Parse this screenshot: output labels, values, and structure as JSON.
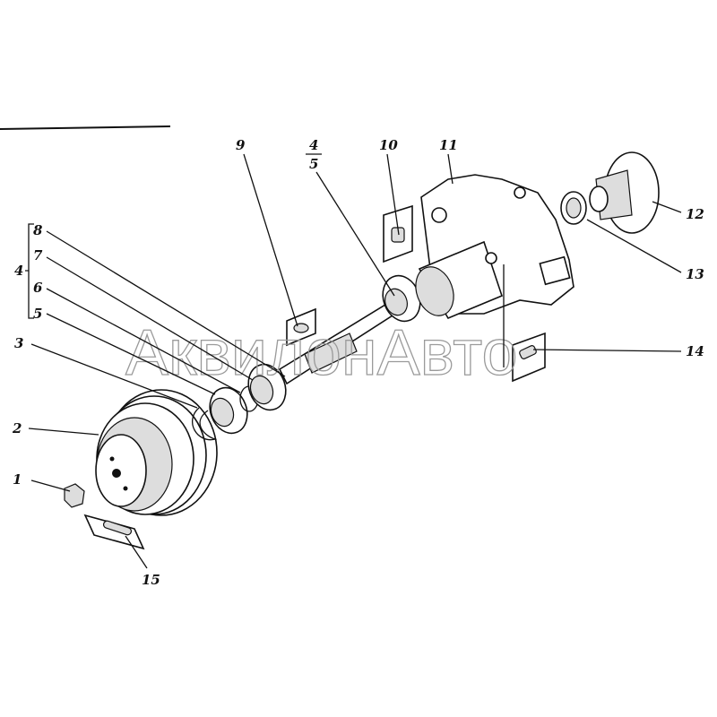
{
  "watermark": "АквилонАвто",
  "labels": {
    "l1": "1",
    "l2": "2",
    "l3": "3",
    "l4": "4",
    "l5": "5",
    "l6": "6",
    "l7": "7",
    "l8": "8",
    "l9": "9",
    "l10": "10",
    "l11": "11",
    "l12": "12",
    "l13": "13",
    "l14": "14",
    "l15": "15",
    "frac_top": "4",
    "frac_bottom": "5"
  },
  "colors": {
    "ink": "#111111",
    "watermark": "#9a9a9a"
  }
}
